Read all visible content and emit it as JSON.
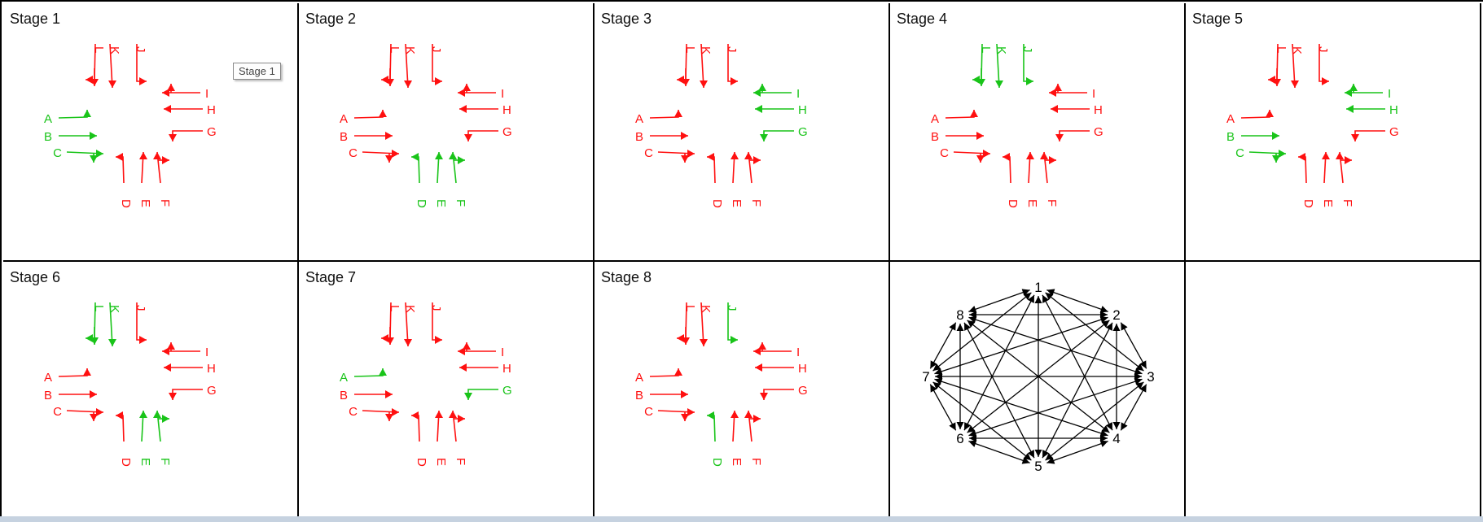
{
  "colors": {
    "stop": "#ff1010",
    "go": "#19c419"
  },
  "tooltip": "Stage 1",
  "stages": [
    {
      "title": "Stage 1",
      "green": [
        "A",
        "B",
        "C"
      ]
    },
    {
      "title": "Stage 2",
      "green": [
        "D",
        "E",
        "F"
      ]
    },
    {
      "title": "Stage 3",
      "green": [
        "G",
        "H",
        "I"
      ]
    },
    {
      "title": "Stage 4",
      "green": [
        "J",
        "K",
        "L"
      ]
    },
    {
      "title": "Stage 5",
      "green": [
        "B",
        "C",
        "H",
        "I"
      ]
    },
    {
      "title": "Stage 6",
      "green": [
        "E",
        "F",
        "K",
        "L"
      ]
    },
    {
      "title": "Stage 7",
      "green": [
        "A",
        "G"
      ]
    },
    {
      "title": "Stage 8",
      "green": [
        "D",
        "J"
      ]
    }
  ],
  "graph": {
    "nodes": [
      "1",
      "2",
      "3",
      "4",
      "5",
      "6",
      "7",
      "8"
    ]
  }
}
